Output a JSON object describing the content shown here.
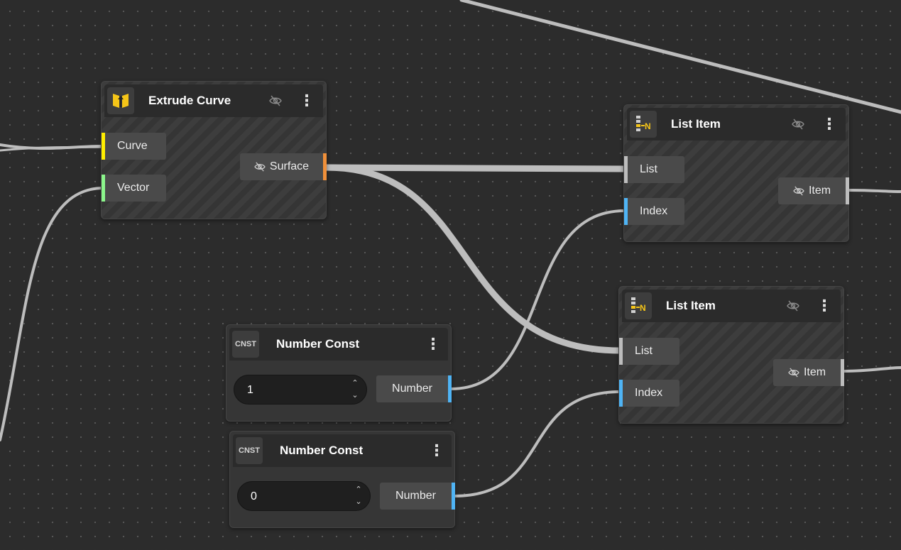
{
  "nodes": {
    "extrude_curve": {
      "title": "Extrude Curve",
      "icon": "extrude-icon",
      "inputs": [
        {
          "label": "Curve",
          "color": "#ffee00"
        },
        {
          "label": "Vector",
          "color": "#8bf58b"
        }
      ],
      "outputs": [
        {
          "label": "Surface",
          "color": "#f0903a",
          "hidden_icon": "eye-slash-icon"
        }
      ]
    },
    "list_item_1": {
      "title": "List Item",
      "icon": "list-item-icon",
      "icon_letter": "N",
      "inputs": [
        {
          "label": "List",
          "color": "#bdbdbd"
        },
        {
          "label": "Index",
          "color": "#4fb4f5"
        }
      ],
      "outputs": [
        {
          "label": "Item",
          "color": "#bdbdbd",
          "hidden_icon": "eye-slash-icon"
        }
      ]
    },
    "list_item_2": {
      "title": "List Item",
      "icon": "list-item-icon",
      "icon_letter": "N",
      "inputs": [
        {
          "label": "List",
          "color": "#bdbdbd"
        },
        {
          "label": "Index",
          "color": "#4fb4f5"
        }
      ],
      "outputs": [
        {
          "label": "Item",
          "color": "#bdbdbd",
          "hidden_icon": "eye-slash-icon"
        }
      ]
    },
    "number_const_1": {
      "title": "Number Const",
      "icon_text": "CNST",
      "value": "1",
      "outputs": [
        {
          "label": "Number",
          "color": "#4fb4f5"
        }
      ]
    },
    "number_const_2": {
      "title": "Number Const",
      "icon_text": "CNST",
      "value": "0",
      "outputs": [
        {
          "label": "Number",
          "color": "#4fb4f5"
        }
      ]
    }
  },
  "colors": {
    "canvas": "#2c2c2c",
    "wire": "#bdbdbd",
    "accent_yellow": "#f5c518"
  }
}
